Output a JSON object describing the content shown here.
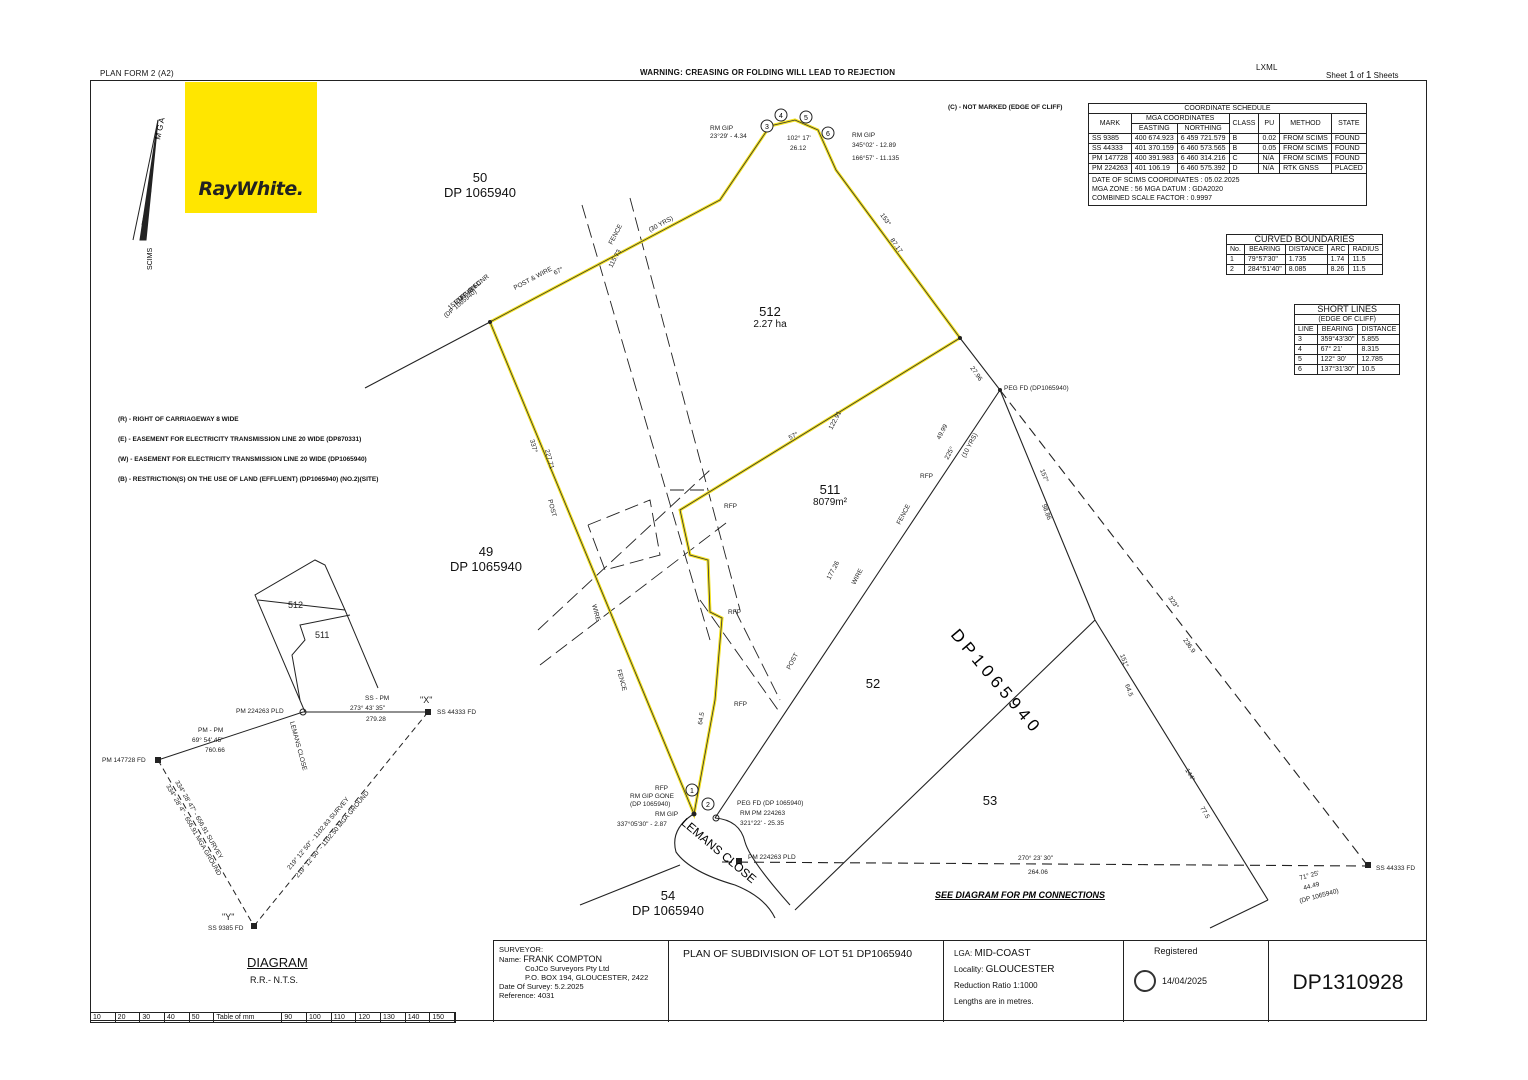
{
  "header": {
    "form": "PLAN FORM 2 (A2)",
    "warning": "WARNING: CREASING OR FOLDING WILL LEAD TO REJECTION",
    "lxml": "LXML",
    "sheet_label": "Sheet",
    "sheet_no": "1",
    "of_label": "of",
    "sheet_total": "1",
    "sheets_label": "Sheets"
  },
  "logo": {
    "text": "RayWhite.",
    "color": "#ffe600"
  },
  "north": {
    "mga": "M G A",
    "scims": "SCIMS"
  },
  "note_cliff": "(C) - NOT MARKED (EDGE OF CLIFF)",
  "coordinate_schedule": {
    "title": "COORDINATE SCHEDULE",
    "group": "MGA COORDINATES",
    "headers": [
      "MARK",
      "EASTING",
      "NORTHING",
      "CLASS",
      "PU",
      "METHOD",
      "STATE"
    ],
    "rows": [
      [
        "SS 9385",
        "400 674.923",
        "6 459 721.579",
        "B",
        "0.02",
        "FROM SCIMS",
        "FOUND"
      ],
      [
        "SS 44333",
        "401 370.159",
        "6 460 573.565",
        "B",
        "0.05",
        "FROM SCIMS",
        "FOUND"
      ],
      [
        "PM 147728",
        "400 391.983",
        "6 460 314.216",
        "C",
        "N/A",
        "FROM SCIMS",
        "FOUND"
      ],
      [
        "PM 224263",
        "401 106.19",
        "6 460 575.392",
        "D",
        "N/A",
        "RTK GNSS",
        "PLACED"
      ]
    ],
    "footer": [
      "DATE OF SCIMS COORDINATES : 05.02.2025",
      "MGA ZONE : 56     MGA DATUM : GDA2020",
      "COMBINED SCALE FACTOR : 0.9997"
    ]
  },
  "curved_boundaries": {
    "title": "CURVED BOUNDARIES",
    "headers": [
      "No.",
      "BEARING",
      "DISTANCE",
      "ARC",
      "RADIUS"
    ],
    "rows": [
      [
        "1",
        "79°57'30\"",
        "1.735",
        "1.74",
        "11.5"
      ],
      [
        "2",
        "284°51'40\"",
        "8.085",
        "8.26",
        "11.5"
      ]
    ]
  },
  "short_lines": {
    "title": "SHORT LINES",
    "subtitle": "(EDGE OF CLIFF)",
    "headers": [
      "LINE",
      "BEARING",
      "DISTANCE"
    ],
    "rows": [
      [
        "3",
        "359°43'30\"",
        "5.855"
      ],
      [
        "4",
        "67° 21'",
        "8.315"
      ],
      [
        "5",
        "122° 30'",
        "12.785"
      ],
      [
        "6",
        "137°31'30\"",
        "10.5"
      ]
    ]
  },
  "legend": [
    "(R) - RIGHT OF CARRIAGEWAY 8 WIDE",
    "(E) - EASEMENT FOR ELECTRICITY TRANSMISSION LINE 20 WIDE (DP870331)",
    "(W) - EASEMENT FOR ELECTRICITY TRANSMISSION LINE 20 WIDE (DP1065940)",
    "(B) - RESTRICTION(S) ON THE USE OF LAND (EFFLUENT) (DP1065940) (NO.2)(SITE)"
  ],
  "lots": {
    "lot50": {
      "num": "50",
      "dp": "DP 1065940"
    },
    "lot49": {
      "num": "49",
      "dp": "DP 1065940"
    },
    "lot512": {
      "num": "512",
      "area": "2.27 ha"
    },
    "lot511": {
      "num": "511",
      "area": "8079m²"
    },
    "lot52": {
      "num": "52"
    },
    "lot53": {
      "num": "53"
    },
    "lot54": {
      "num": "54",
      "dp": "DP 1065940"
    },
    "big_dp": "D P  1 0 6 5 9 4 0"
  },
  "annotations": {
    "rm_gip_1": "RM GIP",
    "rm_gip_1b": "23°29' - 4.34",
    "rm_gip_2": "RM GIP",
    "rm_gip_2b": "345°02' - 12.89",
    "rm_gip_2c": "166°57' - 11.135",
    "corner_b": "102° 17'",
    "corner_d": "26.12",
    "fp_on_cnr": "FP ON CNR",
    "fp_rm": "RM GIP FD",
    "fp_brg": "151°06' - 8.5",
    "fp_dp": "(DP 1065940)",
    "peg_fd": "PEG FD (DP1065940)",
    "peg_fd2": "PEG FD (DP 1065940)",
    "rm_pm": "RM PM 224263",
    "rm_pm_b": "321°22' - 25.35",
    "rfp_gone": "RFP",
    "rm_gip_gone": "RM GIP GONE",
    "gone_dp": "(DP 1065940)",
    "rm_gip_3": "RM GIP",
    "rm_gip_3b": "337°05'30\" - 2.87",
    "rfp": "RFP",
    "lemans_close": "LEMANS  CLOSE",
    "pm_plo": "PM 224263 PLD",
    "ss_fd": "SS 44333 FD",
    "see_diagram": "SEE DIAGRAM FOR PM CONNECTIONS",
    "brg_long": "270° 23' 30\"",
    "dist_long": "264.06",
    "brg_512_n": "67°",
    "dist_512_n": "115.73",
    "brg_512_w": "337°",
    "dist_512_w": "227.71",
    "brg_512_s": "57°",
    "dist_512_s": "122.91",
    "brg_511": "225°",
    "dist_511": "49.99",
    "dist_511b": "177.26",
    "brg_e": "157°",
    "dist_e": "98.86",
    "brg_e2": "151°",
    "dist_e2": "64.5",
    "brg_e3": "144°",
    "dist_e3": "77.5",
    "brg_diag": "323°",
    "dist_diag": "236.9",
    "dist_ss": "44.49",
    "brg_ss": "71°  25'",
    "dp_ss": "(DP 1065940)",
    "brg_ne": "153°",
    "dist_ne": "87.17",
    "dist_ne2": "27.96",
    "fence": "FENCE",
    "post": "POST",
    "wire": "WIRE",
    "post_wire": "POST & WIRE",
    "fence_yrs": "(30 YRS)",
    "fence_yrs2": "(10 YRS)"
  },
  "diagram": {
    "title": "DIAGRAM",
    "sub": "R.R.- N.T.S.",
    "x": "\"X\"",
    "y": "\"Y\"",
    "pm147": "PM 147728 FD",
    "ss9385": "SS 9385 FD",
    "ss44333": "SS 44333 FD",
    "pm224": "PM 224263 PLD",
    "lemans": "LEMANS CLOSE",
    "sspm": "SS - PM",
    "sspm_brg": "273° 43' 35\"",
    "sspm_dist": "279.28",
    "pmpm": "PM - PM",
    "pmpm_brg": "69° 54' 45\"",
    "pmpm_dist": "760.66",
    "survey1": "219° 12' 50\" - 1102.83 SURVEY",
    "survey2": "219° 12' 50\" - 1102.50 MGA GROUND",
    "survey3": "334° 28' 47\" - 656.91 SURVEY",
    "survey4": "334° 28' 4\" - 656.91 MGA GROUND",
    "l512": "512",
    "l511": "511"
  },
  "title_block": {
    "surveyor_label": "SURVEYOR:",
    "name_label": "Name:",
    "name": "FRANK COMPTON",
    "firm": "CoJCo Surveyors Pty Ltd",
    "address": "P.O. BOX 194, GLOUCESTER, 2422",
    "date_label": "Date Of Survey:",
    "date": "5.2.2025",
    "ref_label": "Reference:",
    "ref": "4031",
    "plan_title": "PLAN OF SUBDIVISION OF LOT 51 DP1065940",
    "lga_label": "LGA:",
    "lga": "MID-COAST",
    "locality_label": "Locality:",
    "locality": "GLOUCESTER",
    "ratio": "Reduction Ratio 1:1000",
    "lengths": "Lengths are in metres.",
    "registered": "Registered",
    "reg_date": "14/04/2025",
    "dp_number": "DP1310928"
  },
  "scale_bar": [
    "10",
    "20",
    "30",
    "40",
    "50",
    "Table of mm",
    "90",
    "100",
    "110",
    "120",
    "130",
    "140",
    "150"
  ],
  "colors": {
    "boundary": "#f3e11e",
    "line": "#222222",
    "logo": "#ffe600"
  }
}
